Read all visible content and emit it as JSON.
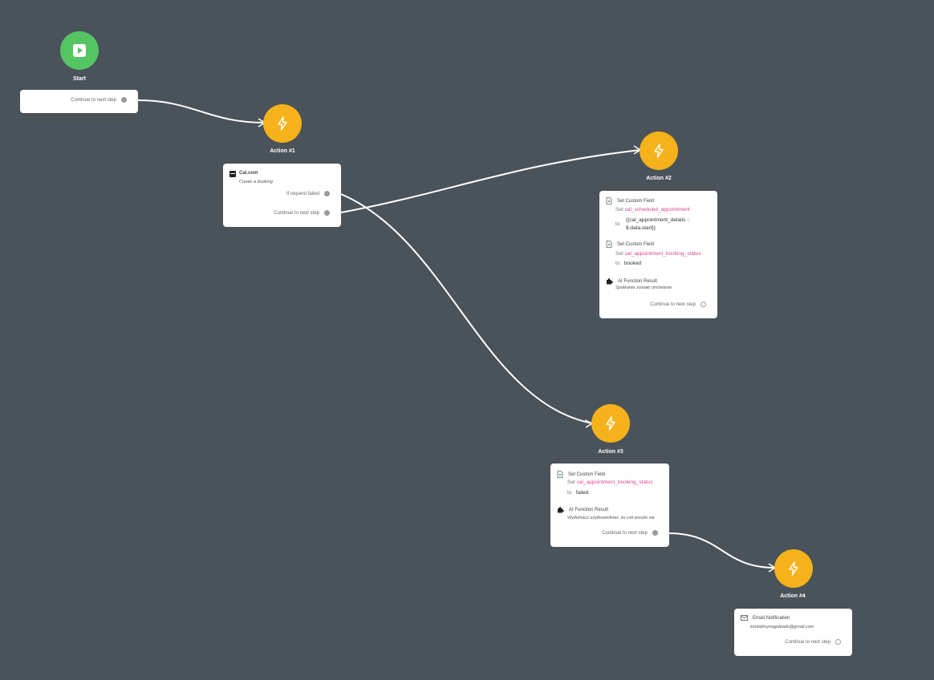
{
  "start": {
    "title": "Start",
    "port_label": "Continue to next step"
  },
  "action1": {
    "title": "Action #1",
    "app_name": "Cal.com",
    "app_subtitle": "Create a booking",
    "failed_port_label": "If request failed",
    "next_port_label": "Continue to next step"
  },
  "action2": {
    "title": "Action #2",
    "step1": {
      "heading": "Set Custom Field",
      "set_label": "Set",
      "field": "cal_scheduled_appointment",
      "to_label": "to",
      "value_line1": "{{cal_appointment_details ::",
      "value_line2": "$.data.start}}"
    },
    "step2": {
      "heading": "Set Custom Field",
      "set_label": "Set",
      "field": "cal_appointment_booking_status",
      "to_label": "to",
      "value": "booked"
    },
    "step3": {
      "heading": "AI Function Result",
      "text": "Spotkanie zostało umówione"
    },
    "next_port_label": "Continue to next step"
  },
  "action3": {
    "title": "Action #3",
    "step1": {
      "heading": "Set Custom Field",
      "set_label": "Set",
      "field": "cal_appointment_booking_status",
      "to_label": "to",
      "value": "failed"
    },
    "step2": {
      "heading": "AI Function Result",
      "text": "Wytłumacz użytkownikowi, że coś poszło nie"
    },
    "next_port_label": "Continue to next step"
  },
  "action4": {
    "title": "Action #4",
    "step1": {
      "heading": "Email Notification",
      "text": "kontaktsynagoleads@gmail.com"
    },
    "next_port_label": "Continue to next step"
  },
  "colors": {
    "canvas": "#4a525a",
    "start_node": "#55c563",
    "action_node": "#f5b21a",
    "field_name": "#d9488a",
    "edge": "#ffffff"
  },
  "icons": {
    "start": "play-icon",
    "action": "lightning-icon",
    "set_field": "document-icon",
    "ai_function": "puzzle-icon",
    "email": "envelope-icon",
    "app": "cal-logo-icon"
  }
}
